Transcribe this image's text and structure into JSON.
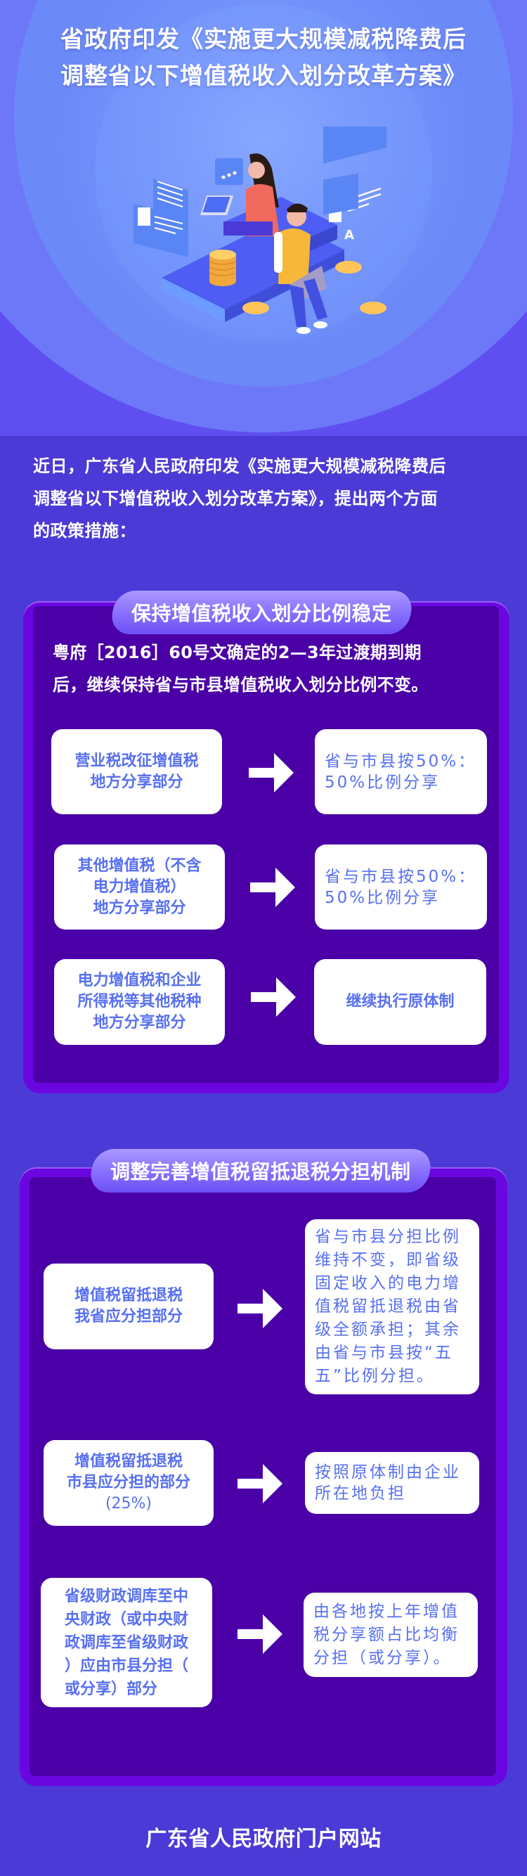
{
  "header": {
    "title_lines": [
      "省政府印发《实施更大规模减税降费后",
      "调整省以下增值税收入划分改革方案》"
    ],
    "illustration": "two-people-on-laptops-with-coins-and-documents-illustration"
  },
  "intro": {
    "lines": [
      "近日，广东省人民政府印发《实施更大规模减税降费后",
      "调整省以下增值税收入划分改革方案》，提出两个方面",
      "的政策措施："
    ]
  },
  "section1": {
    "label": "保持增值税收入划分比例稳定",
    "lead_lines": [
      "粤府［2016］60号文确定的2—3年过渡期到期",
      "后，继续保持省与市县增值税收入划分比例不变。"
    ],
    "rows": [
      {
        "left": [
          "营业税改征增值税",
          "地方分享部分"
        ],
        "right": [
          "省与市县按50%：",
          "50%比例分享"
        ]
      },
      {
        "left": [
          "其他增值税（不含",
          "电力增值税）",
          "地方分享部分"
        ],
        "right": [
          "省与市县按50%：",
          "50%比例分享"
        ]
      },
      {
        "left": [
          "电力增值税和企业",
          "所得税等其他税种",
          "地方分享部分"
        ],
        "right": [
          "继续执行原体制"
        ]
      }
    ]
  },
  "section2": {
    "label": "调整完善增值税留抵退税分担机制",
    "rows": [
      {
        "left": [
          "增值税留抵退税",
          "我省应分担部分"
        ],
        "right": [
          "省与市县分担比例",
          "维持不变，即省级",
          "固定收入的电力增",
          "值税留抵退税由省",
          "级全额承担；其余",
          "由省与市县按“五",
          "五”比例分担。"
        ]
      },
      {
        "left": [
          "增值税留抵退税",
          "市县应分担的部分",
          "(25%)"
        ],
        "right": [
          "按照原体制由企业",
          "所在地负担"
        ]
      },
      {
        "left": [
          "省级财政调库至中",
          "央财政（或中央财",
          "政调库至省级财政",
          "）应由市县分担（",
          "或分享）部分"
        ],
        "right": [
          "由各地按上年增值",
          "税分享额占比均衡",
          "分担（或分享）。"
        ]
      }
    ]
  },
  "footer": {
    "source": "广东省人民政府门户网站"
  },
  "colors": {
    "body_bg": "#4b3ad6",
    "card_border": "#6a06e0",
    "card_inner": "#4a00a6",
    "box_text": "#5870f2",
    "pill_top": "#ab98ff",
    "pill_bottom": "#6c4ff5"
  }
}
